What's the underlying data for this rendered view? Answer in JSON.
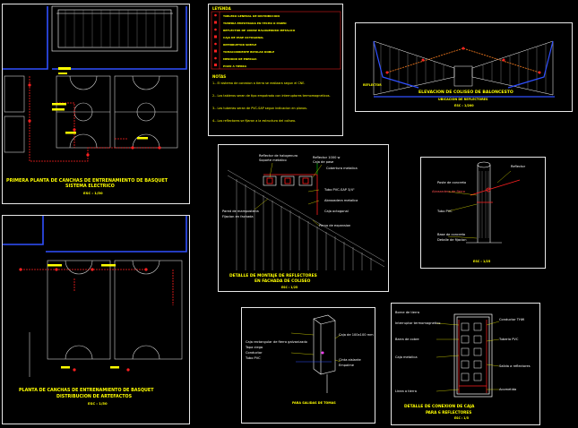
{
  "panels": {
    "plan_electric": {
      "title": "PRIMERA PLANTA DE CANCHAS DE ENTRENAMIENTO DE BASQUET",
      "subtitle": "SISTEMA ELECTRICO",
      "scale": "ESC : 1/50"
    },
    "plan_artifacts": {
      "title": "PLANTA DE CANCHAS DE ENTRENAMIENTO DE BASQUET",
      "subtitle": "DISTRIBUCION DE ARTEFACTOS",
      "scale": "ESC : 1/50"
    },
    "legend": {
      "header": "LEYENDA",
      "notes_header": "NOTAS",
      "rows": [
        "TABLERO GENERAL DE DISTRIBUCION",
        "TUBERIA EMPOTRADA EN TECHO O PARED",
        "REFLECTOR DE 1000W HALOGENURO METALICO",
        "CAJA DE PASE OCTOGONAL",
        "INTERRUPTOR SIMPLE",
        "TOMACORRIENTE BIPOLAR DOBLE",
        "MEDIDOR DE ENERGIA",
        "POZO A TIERRA"
      ],
      "notes": [
        "1.- El sistema de conexion a tierra se realizara segun el CNE.",
        "2.- Los tableros seran de tipo empotrado con interruptores termomagneticos.",
        "3.- Las tuberias seran de PVC-SAP segun indicacion en planos.",
        "4.- Los reflectores se fijaran a la estructura del coliseo."
      ]
    },
    "elevation": {
      "title": "ELEVACION DE COLISEO DE BALONCESTO",
      "subtitle": "UBICACION DE REFLECTORES",
      "scale": "ESC : 1/200",
      "label_left": "REFLECTOR"
    },
    "mount_detail": {
      "title": "DETALLE DE MONTAJE DE REFLECTORES",
      "subtitle": "EN FACHADA DE COLISEO",
      "scale": "ESC : 1/25",
      "labels": [
        "Reflector de halogenuro",
        "Soporte metalico",
        "Reflector 1000 w",
        "Caja de pase",
        "Cobertura metalica",
        "Tubo PVC-SAP 3/4\"",
        "Abrazadera metalica",
        "Caja octogonal",
        "Pared de mamposteria",
        "Fijacion en fachada",
        "Perno de expansion"
      ]
    },
    "pole_detail": {
      "scale": "ESC : 1/25",
      "labels": [
        "Poste de concreto",
        "Reflector",
        "Abrazadera de fierro",
        "Tubo PVC",
        "Base de concreto",
        "Detalle de fijacion"
      ]
    },
    "box_detail": {
      "title": "PARA SALIDAS DE TOMAS",
      "labels": [
        "Caja rectangular de fierro galvanizado",
        "Tapa ciega",
        "Conductor",
        "Tubo PVC",
        "Caja de 100x100 mm",
        "Cinta aislante",
        "Empalme"
      ]
    },
    "panel_detail": {
      "title": "DETALLE DE CONEXION DE CAJA",
      "subtitle": "PARA 6 REFLECTORES",
      "scale": "ESC : 1/5",
      "labels": [
        "Borne de tierra",
        "Interruptor termomagnetico",
        "Barra de cobre",
        "Caja metalica",
        "Conductor THW",
        "Tuberia PVC",
        "Salida a reflectores",
        "Linea a tierra",
        "Acometida"
      ]
    }
  },
  "colors": {
    "yellow": "#ffff00",
    "red": "#ff2020",
    "blue": "#3050ff",
    "white": "#ffffff",
    "green": "#00ff00",
    "cyan": "#00ffff",
    "magenta": "#ff40ff"
  }
}
